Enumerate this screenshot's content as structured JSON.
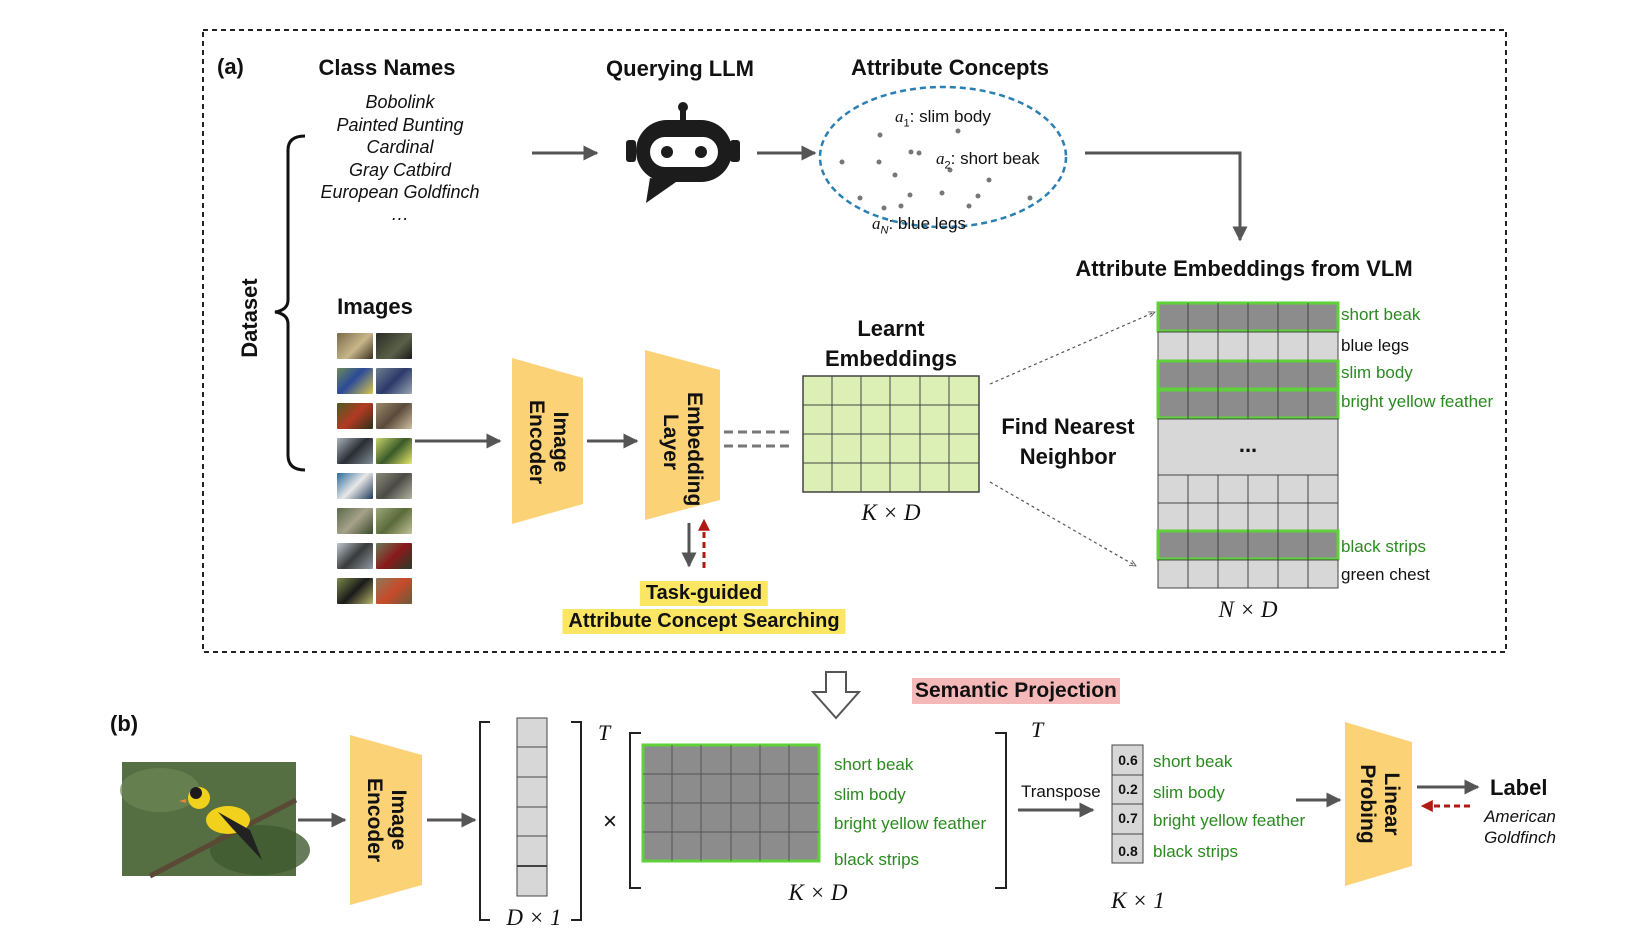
{
  "panel_a": {
    "label": "(a)",
    "class_names": {
      "title": "Class Names",
      "items": [
        "Bobolink",
        "Painted Bunting",
        "Cardinal",
        "Gray Catbird",
        "European Goldfinch",
        "…"
      ]
    },
    "querying_llm": "Querying LLM",
    "attribute_concepts": {
      "title": "Attribute Concepts",
      "a1_sym": "a",
      "a1_sub": "1",
      "a1_text": ": slim body",
      "a2_sym": "a",
      "a2_sub": "2",
      "a2_text": ": short beak",
      "aN_sym": "a",
      "aN_sub": "N",
      "aN_text": ": blue legs"
    },
    "dataset_label": "Dataset",
    "images_title": "Images",
    "image_encoder": [
      "Image",
      "Encoder"
    ],
    "embedding_layer": [
      "Embedding",
      "Layer"
    ],
    "learnt_embeddings": [
      "Learnt",
      "Embeddings"
    ],
    "kxd": "K × D",
    "task_guided": [
      "Task-guided",
      "Attribute Concept Searching"
    ],
    "find_nearest": [
      "Find Nearest",
      "Neighbor"
    ],
    "vlm_title": "Attribute Embeddings from VLM",
    "vlm_rows": [
      {
        "text": "short beak",
        "highlight": true
      },
      {
        "text": "blue legs",
        "highlight": false
      },
      {
        "text": "slim body",
        "highlight": true
      },
      {
        "text": "bright yellow feather",
        "highlight": true
      },
      {
        "text": "black strips",
        "highlight": true
      },
      {
        "text": "green chest",
        "highlight": false
      }
    ],
    "ellipsis": "...",
    "nxd": "N × D"
  },
  "semantic_projection": "Semantic Projection",
  "panel_b": {
    "label": "(b)",
    "image_encoder": [
      "Image",
      "Encoder"
    ],
    "dx1": "D × 1",
    "transpose_sup1": "T",
    "times": "×",
    "attributes": [
      "short beak",
      "slim body",
      "bright yellow feather",
      "black strips"
    ],
    "kxd": "K × D",
    "transpose_sup2": "T",
    "transpose_label": "Transpose",
    "scores": [
      "0.6",
      "0.2",
      "0.7",
      "0.8"
    ],
    "score_attributes": [
      "short beak",
      "slim body",
      "bright yellow feather",
      "black strips"
    ],
    "kx1": "K × 1",
    "linear_probing": [
      "Linear",
      "Probing"
    ],
    "label_title": "Label",
    "label_value": [
      "American",
      "Goldfinch"
    ]
  },
  "colors": {
    "encoder": "#fcd276",
    "grid_green": "#dcefb4",
    "cell_dark": "#8c8c8c",
    "cell_light": "#d7d7d7",
    "highlight_border": "#5fd13a",
    "attr_green": "#2a8a1f",
    "dashed_blue": "#2a7fb3",
    "red_arrow": "#b11a12",
    "task_bg": "#fbe664",
    "semantic_bg": "#f5b8b8"
  }
}
